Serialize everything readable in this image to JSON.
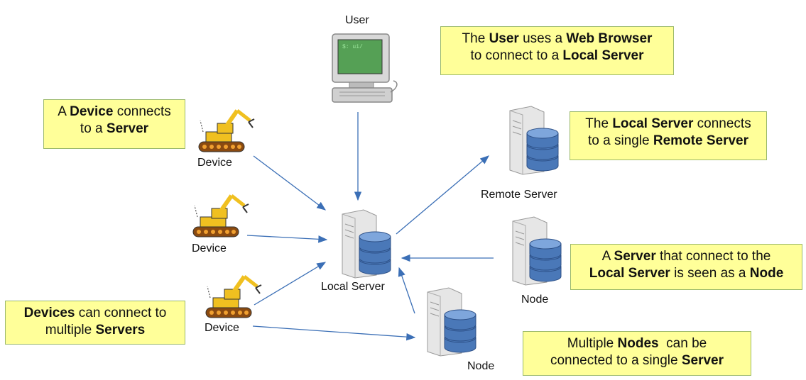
{
  "labels": {
    "user": "User",
    "device_1": "Device",
    "device_2": "Device",
    "device_3": "Device",
    "local_server": "Local Server",
    "remote_server": "Remote Server",
    "node_right": "Node",
    "node_bottom": "Node"
  },
  "notes": {
    "user_note": {
      "line1": [
        "The ",
        "User",
        " uses a ",
        "Web Browser"
      ],
      "line2": [
        "to connect to a ",
        "Local Server"
      ]
    },
    "device_note": {
      "line1": [
        "A ",
        "Device",
        " connects"
      ],
      "line2": [
        "to a ",
        "Server"
      ]
    },
    "remote_note": {
      "line1": [
        "The ",
        "Local Server",
        " connects"
      ],
      "line2": [
        "to a single ",
        "Remote Server"
      ]
    },
    "node_note": {
      "line1": [
        "A ",
        "Server",
        " that connect to the"
      ],
      "line2": [
        "Local Server",
        " is seen as a ",
        "Node"
      ]
    },
    "devices_multi_note": {
      "line1": [
        "Devices",
        " can connect to"
      ],
      "line2": [
        "multiple ",
        "Servers"
      ]
    },
    "nodes_multi_note": {
      "line1": [
        "Multiple ",
        "Nodes",
        "  can be"
      ],
      "line2": [
        "connected to a single ",
        "Server"
      ]
    }
  },
  "colors": {
    "note_fill": "#ffff99",
    "note_border": "#9ab86a",
    "arrow": "#3b6fb6",
    "server_db": "#4a78b8",
    "device_yellow": "#f0c020"
  },
  "icons": {
    "user": "computer-terminal-icon",
    "device": "robot-arm-icon",
    "server": "server-database-icon"
  }
}
